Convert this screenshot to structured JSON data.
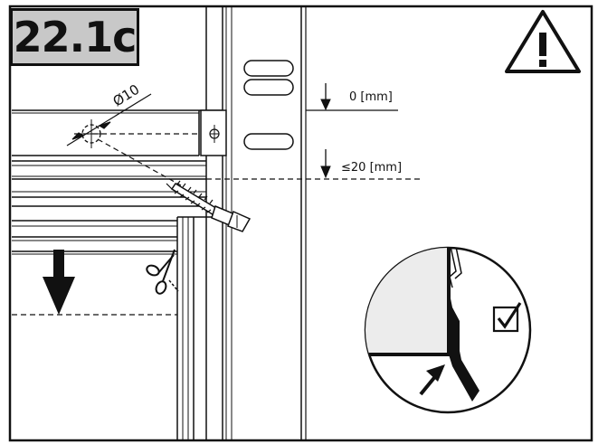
{
  "step": {
    "label": "22.1c"
  },
  "dimensions": {
    "hole_diameter": "Ø10",
    "top_offset": "0 [mm]",
    "max_offset": "≤20 [mm]"
  },
  "icons": {
    "warning": "warning-triangle-icon",
    "checked": "checked-box-icon",
    "cut": "scissors-icon",
    "direction": "down-arrow-icon"
  },
  "colors": {
    "line": "#111111",
    "label_background": "#c8c8c8",
    "background": "#ffffff"
  }
}
